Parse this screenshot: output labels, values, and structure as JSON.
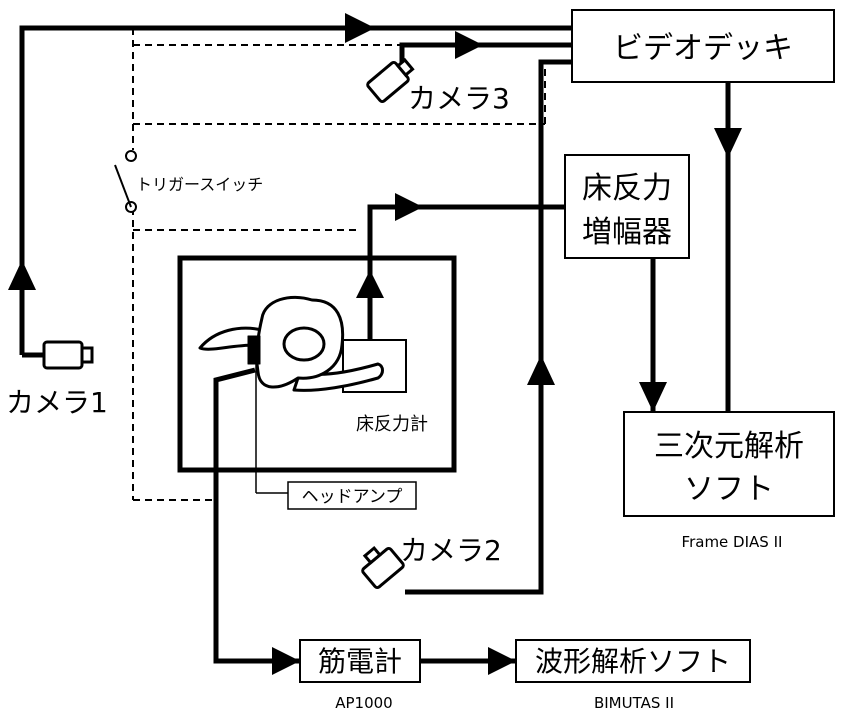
{
  "boxes": {
    "video_deck": "ビデオデッキ",
    "force_amp_line1": "床反力",
    "force_amp_line2": "増幅器",
    "analysis_3d_line1": "三次元解析",
    "analysis_3d_line2": "ソフト",
    "emg": "筋電計",
    "waveform_soft": "波形解析ソフト",
    "force_plate": "床反力計",
    "head_amp": "ヘッドアンプ"
  },
  "labels": {
    "camera1": "カメラ1",
    "camera2": "カメラ2",
    "camera3": "カメラ3",
    "trigger_switch": "トリガースイッチ",
    "frame_dias": "Frame DIAS II",
    "ap1000": "AP1000",
    "bimutas": "BIMUTAS II"
  }
}
